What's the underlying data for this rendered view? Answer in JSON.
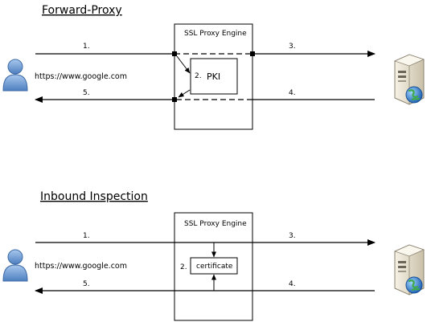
{
  "forward_proxy": {
    "title": "Forward-Proxy",
    "engine_label": "SSL Proxy Engine",
    "url": "https://www.google.com",
    "pki_label": "PKI",
    "steps": {
      "s1": "1.",
      "s2": "2.",
      "s3": "3.",
      "s4": "4.",
      "s5": "5."
    }
  },
  "inbound": {
    "title": "Inbound Inspection",
    "engine_label": "SSL Proxy Engine",
    "url": "https://www.google.com",
    "certificate_label": "certificate",
    "steps": {
      "s1": "1.",
      "s2": "2.",
      "s3": "3.",
      "s4": "4.",
      "s5": "5."
    }
  },
  "icons": {
    "client": "user-icon",
    "server": "server-globe-icon"
  },
  "colors": {
    "user": "#5b8fcf",
    "globe": "#2a7fd4",
    "server": "#e8e0cc"
  }
}
